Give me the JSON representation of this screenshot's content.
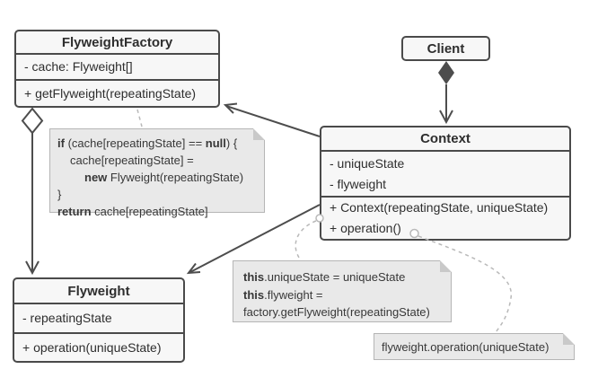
{
  "classes": {
    "factory": {
      "title": "FlyweightFactory",
      "attributes": [
        "- cache: Flyweight[]"
      ],
      "methods": [
        "+ getFlyweight(repeatingState)"
      ]
    },
    "client": {
      "title": "Client"
    },
    "context": {
      "title": "Context",
      "attributes": [
        "- uniqueState",
        "- flyweight"
      ],
      "methods": [
        "+ Context(repeatingState, uniqueState)",
        "+ operation()"
      ]
    },
    "flyweight": {
      "title": "Flyweight",
      "attributes": [
        "- repeatingState"
      ],
      "methods": [
        "+ operation(uniqueState)"
      ]
    }
  },
  "notes": {
    "factory_code": {
      "l1a": "if",
      "l1b": " (cache[repeatingState] == ",
      "l1c": "null",
      "l1d": ") {",
      "l2": "cache[repeatingState] =",
      "l3a": "new",
      "l3b": " Flyweight(repeatingState)",
      "l4": "}",
      "l5a": "return",
      "l5b": " cache[repeatingState]"
    },
    "context_code": {
      "l1a": "this",
      "l1b": ".uniqueState = uniqueState",
      "l2a": "this",
      "l2b": ".flyweight =",
      "l3": "factory.getFlyweight(repeatingState)"
    },
    "operation_code": {
      "l1": "flyweight.operation(uniqueState)"
    }
  },
  "colors": {
    "box_border": "#4a4a4a",
    "box_fill": "#f7f7f7",
    "note_fill": "#e9e9e9",
    "note_border": "#b5b5b5",
    "connector": "#4d4d4d",
    "dashed_connector": "#b9b9b9",
    "text": "#2e2e2e"
  }
}
